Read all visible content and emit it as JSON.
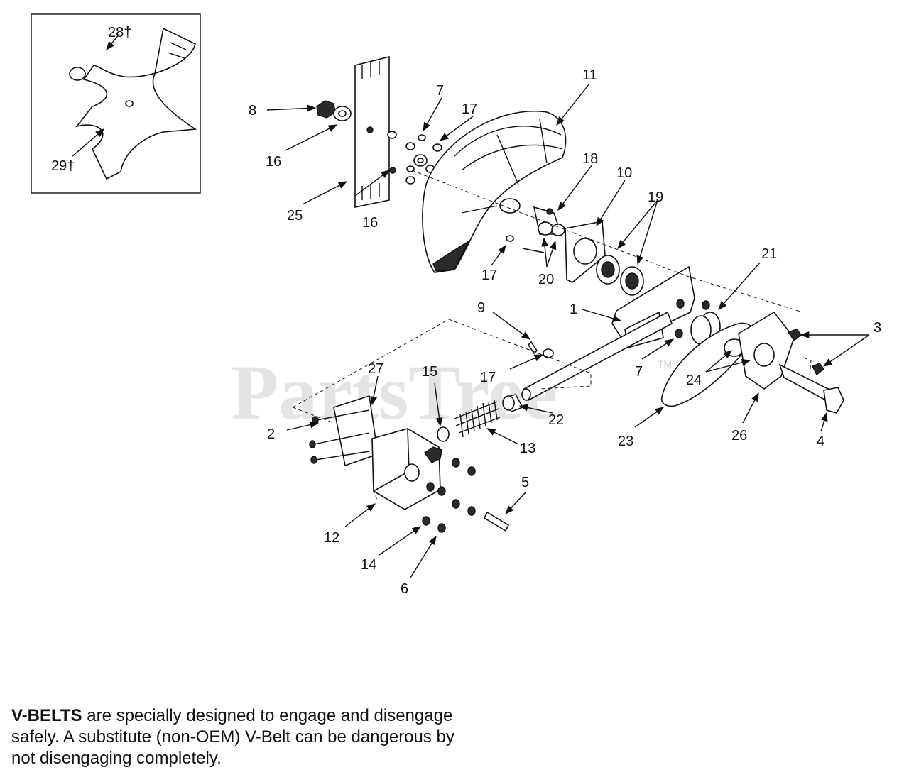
{
  "watermark": {
    "brand": "PartsTree",
    "trademark": "TM"
  },
  "inset": {
    "callouts": [
      "28†",
      "29†"
    ]
  },
  "callouts": [
    "1",
    "2",
    "3",
    "4",
    "5",
    "6",
    "7",
    "7",
    "8",
    "9",
    "10",
    "11",
    "12",
    "13",
    "14",
    "15",
    "16",
    "16",
    "17",
    "17",
    "17",
    "18",
    "19",
    "20",
    "21",
    "22",
    "23",
    "24",
    "25",
    "26",
    "27"
  ],
  "note": {
    "bold": "V-BELTS",
    "text": " are specially designed to engage and disengage safely. A substitute (non-OEM) V-Belt can be dangerous by not disengaging completely."
  }
}
